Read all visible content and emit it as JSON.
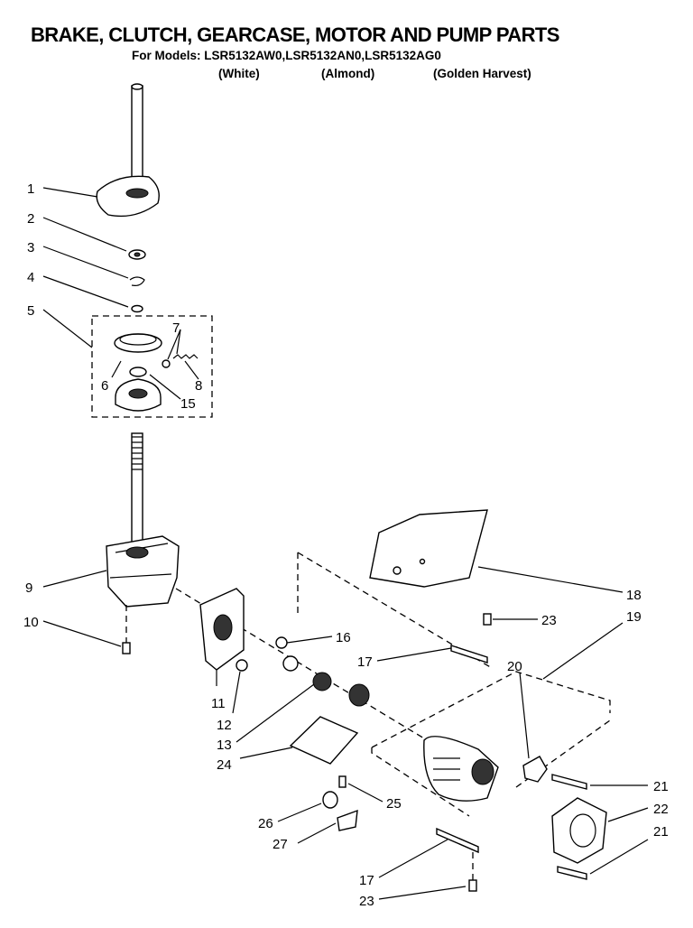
{
  "header": {
    "title": "BRAKE, CLUTCH, GEARCASE, MOTOR AND PUMP PARTS",
    "models_line": "For Models: LSR5132AW0,LSR5132AN0,LSR5132AG0",
    "variants": [
      "(White)",
      "(Almond)",
      "(Golden Harvest)"
    ]
  },
  "callouts": [
    "1",
    "2",
    "3",
    "4",
    "5",
    "6",
    "7",
    "8",
    "15",
    "9",
    "10",
    "11",
    "12",
    "13",
    "24",
    "16",
    "17",
    "18",
    "23",
    "19",
    "20",
    "21",
    "22",
    "21",
    "26",
    "25",
    "27",
    "17",
    "23"
  ]
}
